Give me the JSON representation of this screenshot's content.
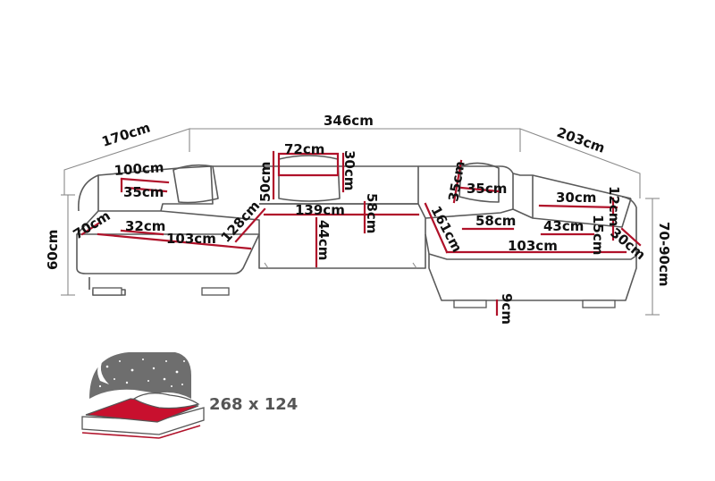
{
  "diagram": {
    "labels": {
      "width_total": "346cm",
      "left_depth": "170cm",
      "right_depth": "203cm",
      "left_arm_length": "100cm",
      "left_arm_width": "35cm",
      "left_seat_depth_front": "70cm",
      "left_seat_width": "32cm",
      "left_chaise_length": "103cm",
      "left_chaise_diag": "128cm",
      "cushion_width": "72cm",
      "cushion_height": "30cm",
      "cushion_back": "50cm",
      "middle_seat_width": "139cm",
      "middle_seat_depth": "58cm",
      "seat_height": "44cm",
      "right_back_height": "35cm",
      "right_arm_width": "35cm",
      "right_chaise_diag": "161cm",
      "right_seat_depth": "58cm",
      "right_chaise_length": "103cm",
      "headrest_width": "30cm",
      "headrest_gap": "12cm",
      "armrest_width": "43cm",
      "armrest_height": "15cm",
      "armrest_depth": "30cm",
      "total_height": "60cm",
      "back_height_range": "70-90cm",
      "leg_height": "9cm"
    },
    "bed": {
      "size_label": "268 x 124"
    },
    "colors": {
      "accent": "#b0122a",
      "outline": "#5a5a5a",
      "night": "#6e6e6e",
      "mattress": "#c8102e"
    }
  }
}
